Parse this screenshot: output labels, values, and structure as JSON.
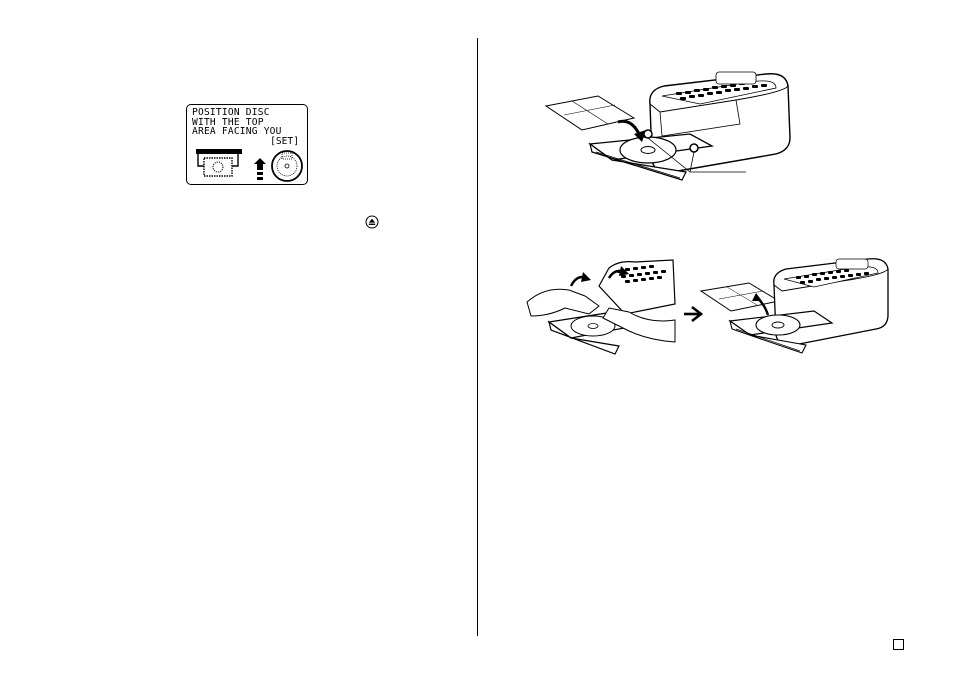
{
  "lcd": {
    "lines": [
      "POSITION DISC",
      "WITH THE TOP",
      "AREA FACING YOU"
    ],
    "set_label": "[SET]"
  },
  "icons": {
    "eject": "eject-icon",
    "arrow_right": "arrow-right-icon",
    "page_marker": "square-icon"
  }
}
